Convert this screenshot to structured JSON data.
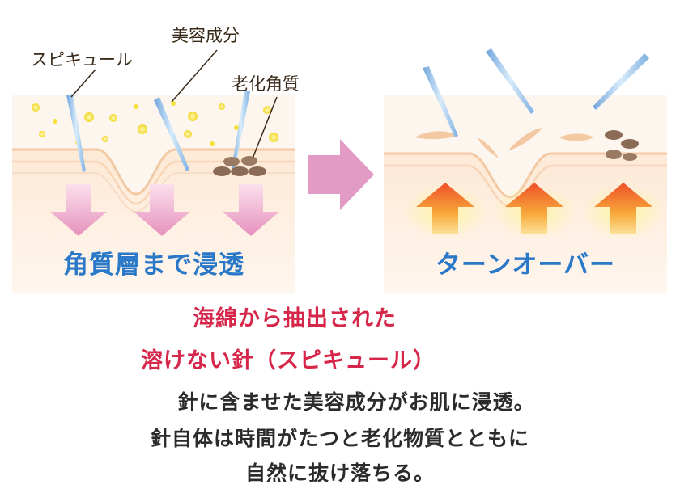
{
  "diagram": {
    "left_panel": {
      "callouts": {
        "spicule": "スピキュール",
        "ingredient": "美容成分",
        "dead_skin": "老化角質"
      },
      "label": "角質層まで浸透"
    },
    "right_panel": {
      "label": "ターンオーバー"
    },
    "heading": {
      "line1": "海綿から抽出された",
      "line2": "溶けない針（スピキュール）"
    },
    "body": {
      "line1": "針に含ませた美容成分がお肌に浸透。",
      "line2": "針自体は時間がたつと老化物質とともに",
      "line3": "自然に抜け落ちる。"
    },
    "colors": {
      "skin": "#fbe4cf",
      "skin_line": "#f3c9a4",
      "arrow_pink": "#e28bb8",
      "label_blue": "#2a78c8",
      "heading_red": "#d6264a",
      "particle": "#f4e23a",
      "dead_skin": "#8b6b55",
      "needle": "#9cc3ec"
    }
  }
}
